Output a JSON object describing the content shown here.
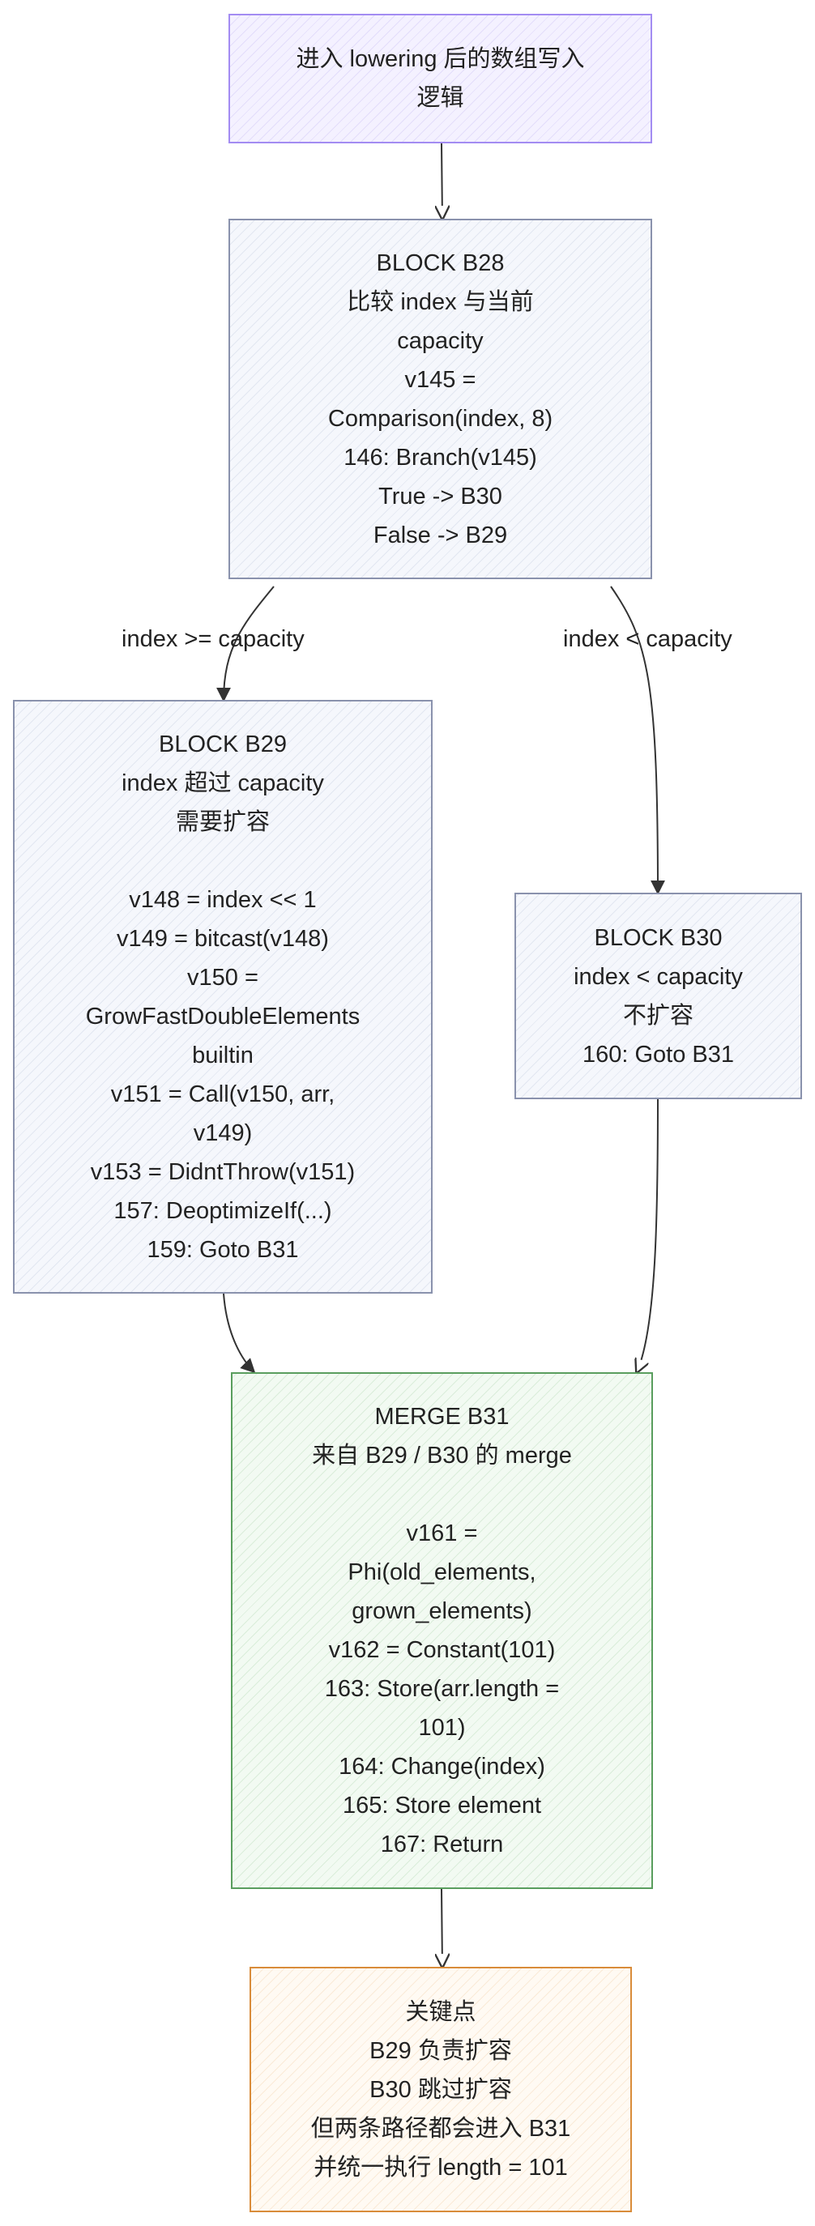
{
  "nodes": {
    "start": "进入 lowering 后的数组写入\n逻辑",
    "b28": "BLOCK B28\n比较 index 与当前\ncapacity\nv145 =\nComparison(index, 8)\n146: Branch(v145)\nTrue  -> B30\nFalse -> B29",
    "b29": "BLOCK B29\nindex 超过 capacity\n需要扩容\n\nv148 = index << 1\nv149 = bitcast(v148)\nv150 =\nGrowFastDoubleElements\nbuiltin\nv151 = Call(v150, arr,\nv149)\nv153 = DidntThrow(v151)\n157: DeoptimizeIf(...)\n159: Goto B31",
    "b30": "BLOCK B30\nindex < capacity\n不扩容\n160: Goto B31",
    "b31": "MERGE B31\n来自 B29 / B30 的 merge\n\nv161 =\nPhi(old_elements,\ngrown_elements)\nv162 = Constant(101)\n163: Store(arr.length =\n101)\n164: Change(index)\n165: Store element\n167: Return",
    "key": "关键点\nB29 负责扩容\nB30 跳过扩容\n但两条路径都会进入 B31\n并统一执行 length = 101"
  },
  "edges": {
    "b28_b29_label": "index >= capacity",
    "b28_b30_label": "index < capacity"
  },
  "colors": {
    "start": "#a38cf2",
    "block": "#8a92ad",
    "merge": "#5a9e5e",
    "key": "#d98c3a",
    "edge": "#333333"
  }
}
